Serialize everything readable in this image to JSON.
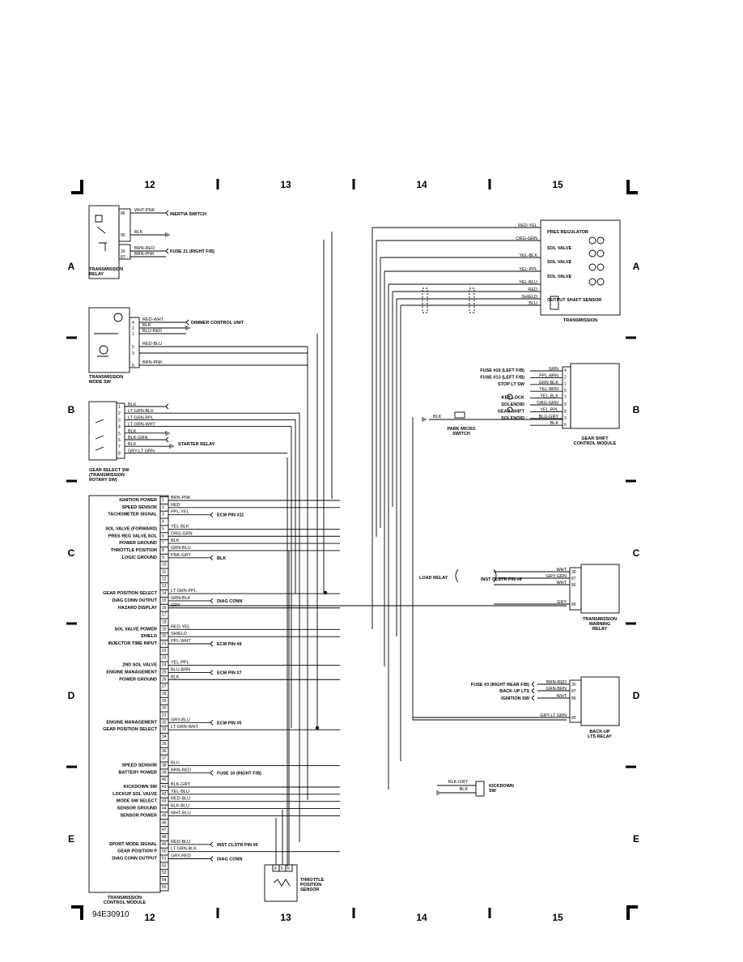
{
  "columns": [
    "12",
    "13",
    "14",
    "15"
  ],
  "rows": [
    "A",
    "B",
    "C",
    "D",
    "E"
  ],
  "footer_code": "94E30910",
  "components": {
    "transmission_relay": {
      "label": [
        "TRANSMISSION",
        "RELAY"
      ],
      "pins": [
        "86",
        "85",
        "30",
        "87"
      ],
      "wires": [
        "WHT-PNK",
        "BLK",
        "BRN-RED",
        "BRN-PNK"
      ],
      "targets": [
        "INERTIA SWITCH",
        "",
        "FUSE 21 (RIGHT F/B)",
        ""
      ]
    },
    "mode_sw": {
      "label": [
        "TRANSMISSION",
        "MODE SW"
      ],
      "pins": [
        "4",
        "2",
        "1",
        "5",
        "3",
        "6"
      ],
      "wires": [
        "RED-WHT",
        "BLK",
        "BLU-RED",
        "RED-BLU",
        "",
        "BRN-PNK"
      ],
      "targets": [
        "DIMMER CONTROL UNIT"
      ]
    },
    "gear_select": {
      "label": [
        "GEAR SELECT SW",
        "(TRANSMISSION",
        "ROTARY SW)"
      ],
      "pins": [
        "1",
        "2",
        "3",
        "4",
        "5",
        "6",
        "7",
        "8"
      ],
      "wires": [
        "BLK",
        "LT GRN-BLK",
        "LT GRN-PPL",
        "LT GRN-WHT",
        "BLK",
        "BLK-GRN",
        "BLK",
        "GRY-LT GRN"
      ],
      "targets": [
        "STARTER RELAY"
      ]
    },
    "transmission": {
      "label": "TRANSMISSION",
      "items": [
        "PRES REGULATOR",
        "SOL VALVE",
        "SOL VALVE",
        "SOL VALVE",
        "OUTPUT SHAFT SENSOR"
      ],
      "wires": [
        "RED-YEL",
        "ORG-GRN",
        "YEL-BLK",
        "YEL-PPL",
        "YEL-BLU",
        "RED",
        "SHIELD",
        "BLU"
      ]
    },
    "gear_shift": {
      "label": [
        "GEAR SHIFT",
        "CONTROL MODULE"
      ],
      "rows": [
        {
          "left": "FUSE #16 (LEFT F/B)",
          "wire": "GRN",
          "pin": "4"
        },
        {
          "left": "FUSE #13 (LEFT F/B)",
          "wire": "PPL-BRN",
          "pin": "2"
        },
        {
          "left": "STOP LT SW",
          "wire": "GRN-BLK",
          "pin": "1"
        },
        {
          "left": "",
          "wire": "YEL-BRN",
          "pin": "5"
        },
        {
          "left": "KEY LOCK",
          "wire": "YEL-BLK",
          "pin": "7"
        },
        {
          "left": "SOLENOID",
          "wire": "ORG-GRN",
          "pin": "9"
        },
        {
          "left": "GEAR SHIFT",
          "wire": "YEL-PPL",
          "pin": "8"
        },
        {
          "left": "SOLENOID",
          "wire": "BLU-GRY",
          "pin": "3"
        },
        {
          "left": "",
          "wire": "BLK",
          "pin": "6"
        }
      ],
      "park_switch": [
        "PARK MICRO",
        "SWITCH"
      ],
      "park_wire": "BLK"
    },
    "tcm": {
      "label": [
        "TRANSMISSION",
        "CONTROL MODULE"
      ],
      "pins": [
        {
          "n": "1",
          "name": "IGNITION POWER",
          "wire": "BRN-PNK",
          "target": ""
        },
        {
          "n": "2",
          "name": "SPEED SENSOR",
          "wire": "RED",
          "target": ""
        },
        {
          "n": "3",
          "name": "TACHOMETER SIGNAL",
          "wire": "PPL-YEL",
          "target": "ECM PIN #11"
        },
        {
          "n": "4",
          "name": "",
          "wire": "",
          "target": ""
        },
        {
          "n": "5",
          "name": "SOL VALVE (FORWARD)",
          "wire": "YEL-BLK",
          "target": ""
        },
        {
          "n": "6",
          "name": "PRES REG VALVE SOL",
          "wire": "ORG-GRN",
          "target": ""
        },
        {
          "n": "7",
          "name": "POWER GROUND",
          "wire": "BLK",
          "target": ""
        },
        {
          "n": "8",
          "name": "THROTTLE POSITION",
          "wire": "GRN-BLU",
          "target": ""
        },
        {
          "n": "9",
          "name": "LOGIC GROUND",
          "wire": "PNK-GRY",
          "target": "BLK"
        },
        {
          "n": "10",
          "name": "",
          "wire": "",
          "target": ""
        },
        {
          "n": "11",
          "name": "",
          "wire": "",
          "target": ""
        },
        {
          "n": "12",
          "name": "",
          "wire": "",
          "target": ""
        },
        {
          "n": "13",
          "name": "",
          "wire": "",
          "target": ""
        },
        {
          "n": "14",
          "name": "GEAR POSITION SELECT",
          "wire": "LT GRN-PPL",
          "target": ""
        },
        {
          "n": "15",
          "name": "DIAG CONN OUTPUT",
          "wire": "GRN-BLK",
          "target": "DIAG CONN"
        },
        {
          "n": "16",
          "name": "HAZARD DISPLAY",
          "wire": "GRY",
          "target": ""
        },
        {
          "n": "17",
          "name": "",
          "wire": "",
          "target": ""
        },
        {
          "n": "18",
          "name": "",
          "wire": "",
          "target": ""
        },
        {
          "n": "19",
          "name": "SOL VALVE POWER",
          "wire": "RED-YEL",
          "target": ""
        },
        {
          "n": "20",
          "name": "SHIELD",
          "wire": "SHIELD",
          "target": ""
        },
        {
          "n": "21",
          "name": "INJECTOR TIME INPUT",
          "wire": "PPL-WHT",
          "target": "ECM PIN #9"
        },
        {
          "n": "22",
          "name": "",
          "wire": "",
          "target": ""
        },
        {
          "n": "23",
          "name": "",
          "wire": "",
          "target": ""
        },
        {
          "n": "24",
          "name": "2ND SOL VALVE",
          "wire": "YEL-PPL",
          "target": ""
        },
        {
          "n": "25",
          "name": "ENGINE MANAGEMENT",
          "wire": "BLU-BRN",
          "target": "ECM PIN #7"
        },
        {
          "n": "26",
          "name": "POWER GROUND",
          "wire": "BLK",
          "target": ""
        },
        {
          "n": "27",
          "name": "",
          "wire": "",
          "target": ""
        },
        {
          "n": "28",
          "name": "",
          "wire": "",
          "target": ""
        },
        {
          "n": "29",
          "name": "",
          "wire": "",
          "target": ""
        },
        {
          "n": "30",
          "name": "",
          "wire": "",
          "target": ""
        },
        {
          "n": "31",
          "name": "",
          "wire": "",
          "target": ""
        },
        {
          "n": "32",
          "name": "ENGINE MANAGEMENT",
          "wire": "GRY-BLU",
          "target": "ECM PIN #5"
        },
        {
          "n": "33",
          "name": "GEAR POSITION SELECT",
          "wire": "LT GRN-WHT",
          "target": ""
        },
        {
          "n": "34",
          "name": "",
          "wire": "",
          "target": ""
        },
        {
          "n": "35",
          "name": "",
          "wire": "",
          "target": ""
        },
        {
          "n": "36",
          "name": "",
          "wire": "",
          "target": ""
        },
        {
          "n": "37",
          "name": "",
          "wire": "",
          "target": ""
        },
        {
          "n": "38",
          "name": "SPEED SENSOR",
          "wire": "BLU",
          "target": ""
        },
        {
          "n": "39",
          "name": "BATTERY POWER",
          "wire": "BRN-RED",
          "target": "FUSE 10 (RIGHT F/B)"
        },
        {
          "n": "40",
          "name": "",
          "wire": "",
          "target": ""
        },
        {
          "n": "41",
          "name": "KICKDOWN SW",
          "wire": "BLK-GRY",
          "target": ""
        },
        {
          "n": "42",
          "name": "LOCKUP SOL VALVE",
          "wire": "YEL-BLU",
          "target": ""
        },
        {
          "n": "43",
          "name": "MODE SW SELECT",
          "wire": "RED-BLU",
          "target": ""
        },
        {
          "n": "44",
          "name": "SENSOR GROUND",
          "wire": "BLK-BLU",
          "target": ""
        },
        {
          "n": "45",
          "name": "SENSOR POWER",
          "wire": "WHT-BLU",
          "target": ""
        },
        {
          "n": "46",
          "name": "",
          "wire": "",
          "target": ""
        },
        {
          "n": "47",
          "name": "",
          "wire": "",
          "target": ""
        },
        {
          "n": "48",
          "name": "",
          "wire": "",
          "target": ""
        },
        {
          "n": "49",
          "name": "SPORT MODE SIGNAL",
          "wire": "RED-BLU",
          "target": "INST CLSTR PIN #5"
        },
        {
          "n": "50",
          "name": "GEAR POSITION P",
          "wire": "LT GRN-BLK",
          "target": ""
        },
        {
          "n": "51",
          "name": "DIAG CONN OUTPUT",
          "wire": "GRY-RED",
          "target": "DIAG CONN"
        },
        {
          "n": "52",
          "name": "",
          "wire": "",
          "target": ""
        },
        {
          "n": "53",
          "name": "",
          "wire": "",
          "target": ""
        },
        {
          "n": "54",
          "name": "",
          "wire": "",
          "target": ""
        },
        {
          "n": "55",
          "name": "",
          "wire": "",
          "target": ""
        }
      ]
    },
    "warning_relay": {
      "label": [
        "TRANSMISSION",
        "WARNING",
        "RELAY"
      ],
      "pins": [
        "30",
        "87",
        "86",
        "85"
      ],
      "wires": [
        "WHT",
        "GRY-GRN",
        "WHT",
        "GRY"
      ],
      "load_relay": "LOAD RELAY",
      "inst_pin": "INST CLSTR PIN #6"
    },
    "backup_relay": {
      "label": [
        "BACK-UP",
        "LTS RELAY"
      ],
      "pins": [
        "30",
        "87",
        "86",
        "85"
      ],
      "wires": [
        "BRN-RED",
        "GRN-BRN",
        "WHT",
        "GRY-LT GRN"
      ],
      "sources": [
        "FUSE #3 (RIGHT REAR F/B)",
        "BACK-UP LTS",
        "IGNITION SW",
        ""
      ]
    },
    "kickdown": {
      "label": [
        "KICKDOWN",
        "SW"
      ],
      "wires": [
        "BLK-GRY",
        "BLK"
      ]
    },
    "tps": {
      "label": [
        "THROTTLE",
        "POSITION",
        "SENSOR"
      ],
      "pins": [
        "4",
        "5",
        "6"
      ]
    }
  }
}
